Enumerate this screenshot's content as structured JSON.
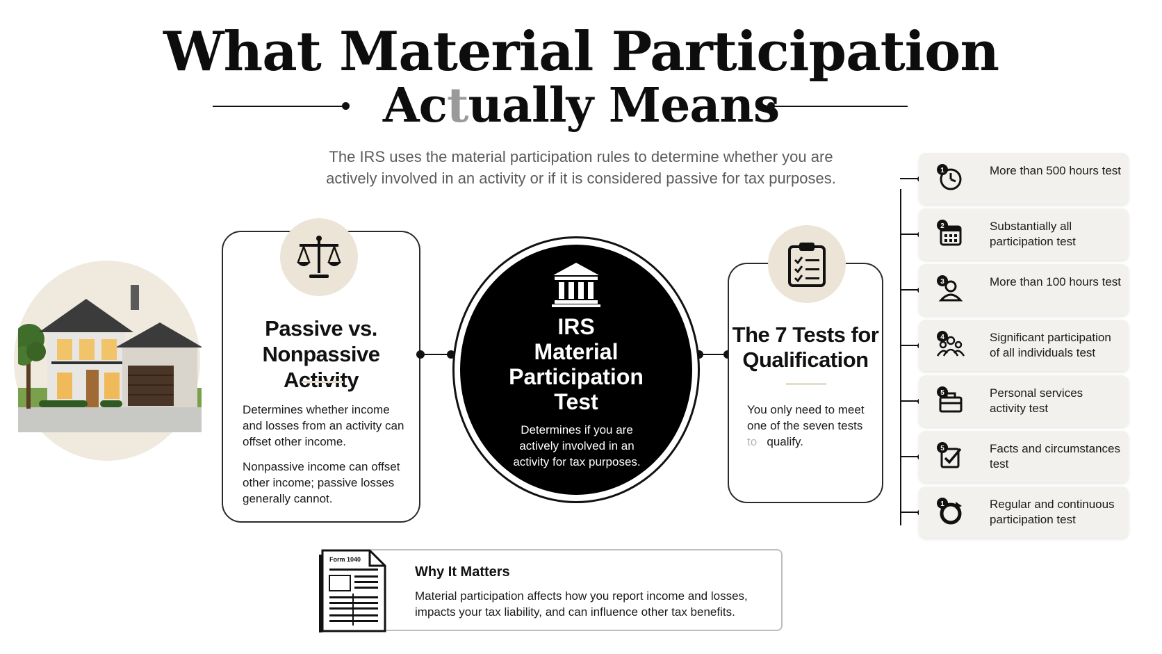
{
  "title": {
    "line1": "What Material Participation",
    "line2_a": "A",
    "line2_b": "c",
    "line2_c": "t",
    "line2_d": "ually Means"
  },
  "subtitle": {
    "line1": "The IRS uses the material participation rules to determine whether you are",
    "line2": "actively involved in an activity or if it is considered passive for tax purposes."
  },
  "left_card": {
    "icon": "scales-of-justice-icon",
    "heading_line1": "Passive vs.",
    "heading_line2": "Nonpassive Activity",
    "para1": "Determines whether income and losses from an activity can offset other income.",
    "para2": "Nonpassive income can offset other income; passive losses generally cannot."
  },
  "center": {
    "icon": "bank-building-icon",
    "title_line1": "IRS",
    "title_line2": "Material",
    "title_line3": "Participation",
    "title_line4": "Test",
    "description": "Determines if you are actively involved in an activity for tax purposes."
  },
  "right_card": {
    "icon": "clipboard-checklist-icon",
    "heading_line1": "The 7 Tests for",
    "heading_line2": "Qualification",
    "body": "You only need to meet one of the seven tests",
    "body_faint": "to",
    "body_end": "qualify."
  },
  "tests": [
    {
      "number": "1",
      "label": "More than 500 hours test",
      "icon": "clock-icon"
    },
    {
      "number": "2",
      "label": "Substantially all participation test",
      "icon": "calendar-icon"
    },
    {
      "number": "3",
      "label": "More than 100 hours test",
      "icon": "person-icon"
    },
    {
      "number": "4",
      "label": "Significant participation of all individuals test",
      "icon": "group-icon"
    },
    {
      "number": "5",
      "label": "Personal services activity test",
      "icon": "briefcase-icon"
    },
    {
      "number": "5",
      "label": "Facts and circumstances test",
      "icon": "checkbox-icon"
    },
    {
      "number": "1",
      "label": "Regular and continuous participation test",
      "icon": "cycle-icon"
    }
  ],
  "why": {
    "form_label": "Form 1040",
    "title": "Why It Matters",
    "text": "Material participation affects how you report income and losses, impacts your tax liability, and can influence other tax benefits."
  },
  "colors": {
    "beige": "#ece4d6",
    "item_bg": "#f3f1ed",
    "ink": "#111111"
  }
}
